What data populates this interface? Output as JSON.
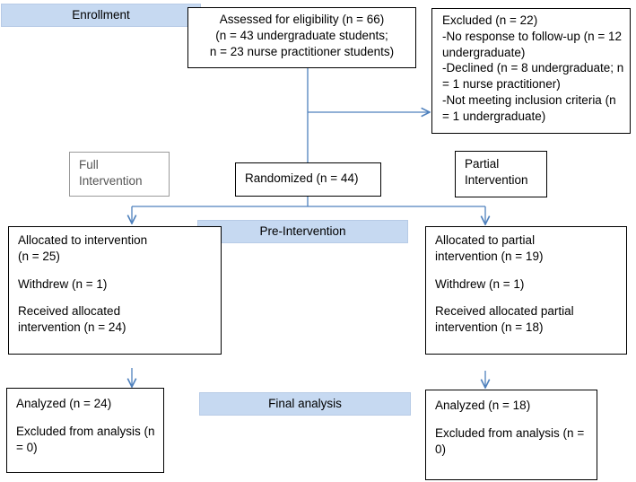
{
  "stages": {
    "enrollment": "Enrollment",
    "pre_intervention": "Pre-Intervention",
    "final_analysis": "Final analysis"
  },
  "assessed": {
    "lines": [
      "Assessed for eligibility (n = 66)",
      "(n = 43 undergraduate students;",
      "n = 23 nurse practitioner students)"
    ]
  },
  "excluded": {
    "lines": [
      "Excluded (n = 22)",
      "-No response to follow-up (n = 12",
      "undergraduate)",
      "-Declined (n = 8 undergraduate; n",
      "= 1 nurse practitioner)",
      "-Not meeting inclusion criteria (n",
      "= 1 undergraduate)"
    ]
  },
  "randomized": "Randomized (n = 44)",
  "arms": {
    "full_label": [
      "Full",
      "Intervention"
    ],
    "partial_label": [
      "Partial",
      "Intervention"
    ]
  },
  "full_allocation": {
    "allocated": [
      "Allocated to intervention",
      "(n = 25)"
    ],
    "withdrew": "Withdrew (n = 1)",
    "received": [
      "Received allocated",
      "intervention (n = 24)"
    ]
  },
  "partial_allocation": {
    "allocated": [
      "Allocated to partial",
      "intervention (n = 19)"
    ],
    "withdrew": "Withdrew (n = 1)",
    "received": [
      "Received allocated partial",
      "intervention (n = 18)"
    ]
  },
  "full_analysis": {
    "analyzed": "Analyzed (n = 24)",
    "excluded": [
      "Excluded from analysis (n",
      "= 0)"
    ]
  },
  "partial_analysis": {
    "analyzed": "Analyzed (n = 18)",
    "excluded": [
      "Excluded from analysis (n =",
      "0)"
    ]
  },
  "colors": {
    "stage_band": "#c6d9f1",
    "connector": "#4f81bd"
  }
}
